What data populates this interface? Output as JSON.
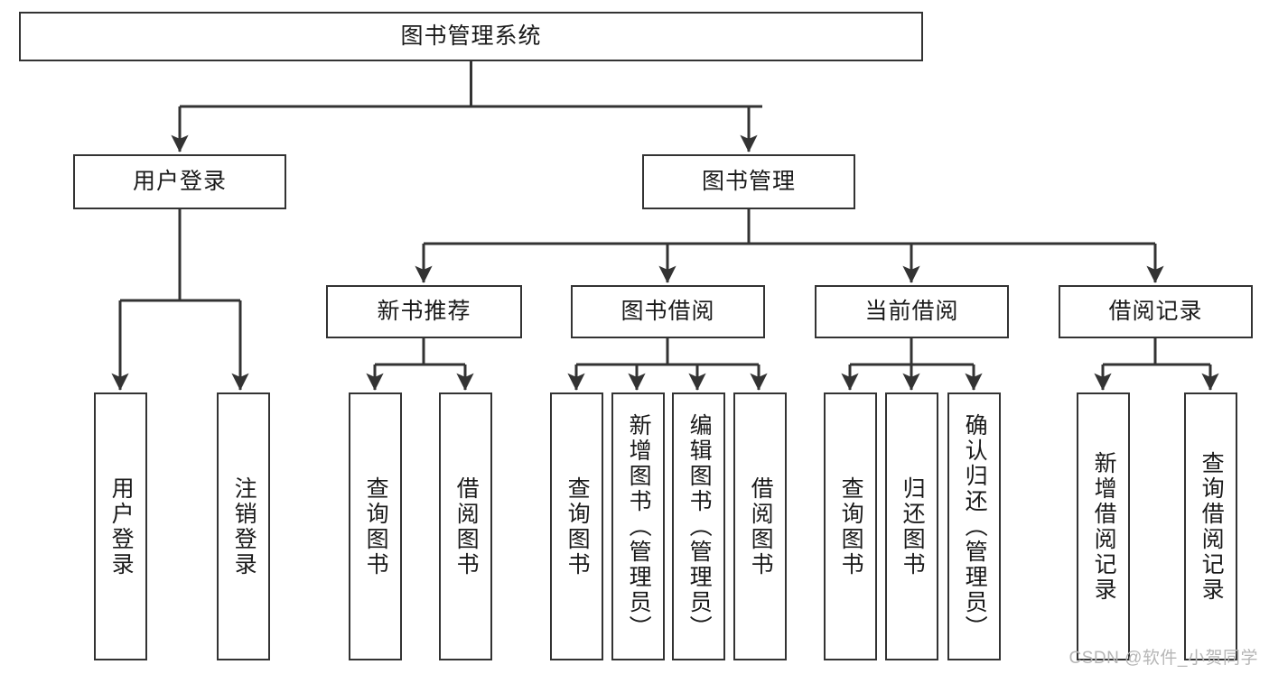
{
  "diagram": {
    "type": "tree",
    "title": "图书管理系统",
    "watermark": "CSDN @软件_小贺同学",
    "colors": {
      "stroke": "#333333",
      "fill": "#ffffff",
      "text": "#1a1a1a",
      "watermark": "#b6b6b6"
    },
    "levels": {
      "root": {
        "label": "图书管理系统"
      },
      "level2": [
        {
          "id": "user-login",
          "label": "用户登录"
        },
        {
          "id": "book-manage",
          "label": "图书管理"
        }
      ],
      "level3": [
        {
          "id": "new-book-recommend",
          "label": "新书推荐"
        },
        {
          "id": "book-borrow",
          "label": "图书借阅"
        },
        {
          "id": "current-borrow",
          "label": "当前借阅"
        },
        {
          "id": "borrow-record",
          "label": "借阅记录"
        }
      ],
      "leaves": [
        {
          "id": "leaf-user-login",
          "label": "用户登录",
          "parent": "user-login"
        },
        {
          "id": "leaf-logout-login",
          "label": "注销登录",
          "parent": "user-login"
        },
        {
          "id": "leaf-query-book-1",
          "label": "查询图书",
          "parent": "new-book-recommend"
        },
        {
          "id": "leaf-borrow-book-1",
          "label": "借阅图书",
          "parent": "new-book-recommend"
        },
        {
          "id": "leaf-query-book-2",
          "label": "查询图书",
          "parent": "book-borrow"
        },
        {
          "id": "leaf-add-book",
          "label": "新增图书（管理员）",
          "parent": "book-borrow"
        },
        {
          "id": "leaf-edit-book",
          "label": "编辑图书（管理员）",
          "parent": "book-borrow"
        },
        {
          "id": "leaf-borrow-book-2",
          "label": "借阅图书",
          "parent": "book-borrow"
        },
        {
          "id": "leaf-query-book-3",
          "label": "查询图书",
          "parent": "current-borrow"
        },
        {
          "id": "leaf-return-book",
          "label": "归还图书",
          "parent": "current-borrow"
        },
        {
          "id": "leaf-confirm-return",
          "label": "确认归还（管理员）",
          "parent": "current-borrow"
        },
        {
          "id": "leaf-add-record",
          "label": "新增借阅记录",
          "parent": "borrow-record"
        },
        {
          "id": "leaf-query-record",
          "label": "查询借阅记录",
          "parent": "borrow-record"
        }
      ]
    }
  }
}
